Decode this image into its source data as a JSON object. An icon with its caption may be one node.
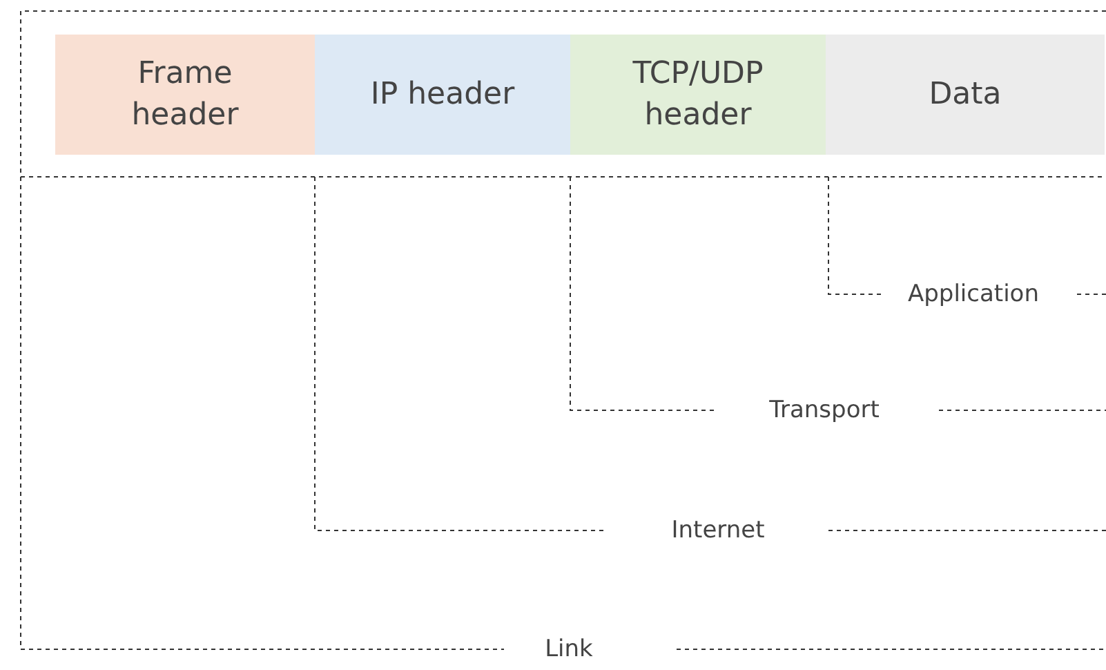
{
  "diagram": {
    "nodes": [
      {
        "text": [
          "Frame header"
        ]
      },
      {
        "text": [
          "IP header"
        ]
      },
      {
        "text": [
          "TCP/UDP header"
        ]
      },
      {
        "text": [
          "Data"
        ]
      }
    ],
    "labels": [
      "Application",
      "Transport",
      "Internet",
      "Link"
    ]
  }
}
